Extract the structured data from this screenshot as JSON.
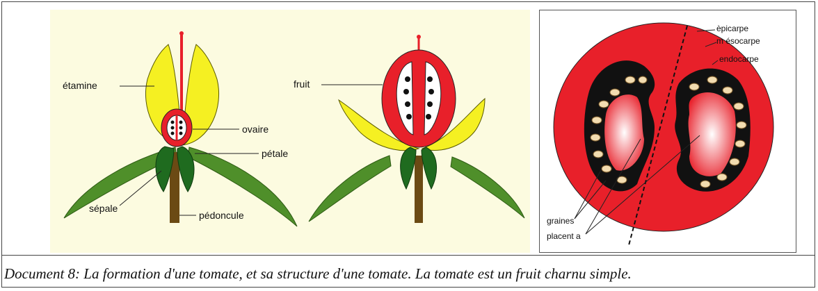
{
  "flower_labels": {
    "etamine": "étamine",
    "ovaire": "ovaire",
    "petale": "pétale",
    "sepale": "sépale",
    "pedoncule": "pédoncule"
  },
  "fruit_labels": {
    "fruit": "fruit"
  },
  "tomato_labels": {
    "epicarpe": "èpicarpe",
    "mesocarpe": "m ésocarpe",
    "endocarpe": "endocarpe",
    "graines": "graines",
    "placenta": "placent a"
  },
  "caption": "Document 8: La formation d'une tomate, et sa structure d'une tomate. La tomate est un fruit charnu simple.",
  "colors": {
    "yellow": "#f5f022",
    "red": "#e8202a",
    "dark_green": "#1f6b1f",
    "leaf_green": "#4f8f2a",
    "stem_brown": "#6b4a14",
    "seed": "#f2dcb0"
  }
}
